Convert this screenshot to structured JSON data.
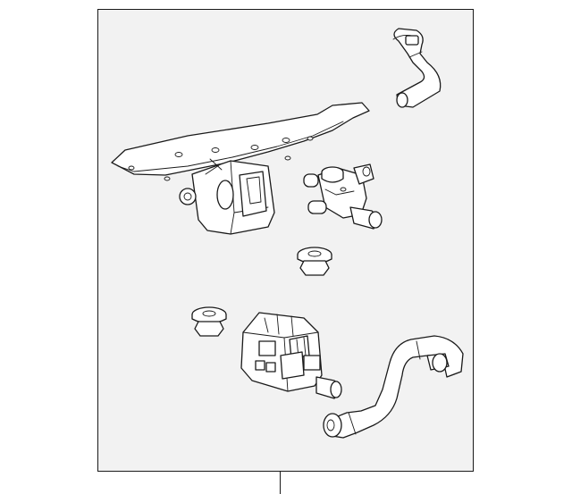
{
  "diagram": {
    "parts": [
      {
        "name": "mounting-bracket"
      },
      {
        "name": "purge-valve-upper"
      },
      {
        "name": "vent-hose-upper"
      },
      {
        "name": "nut-upper"
      },
      {
        "name": "nut-lower"
      },
      {
        "name": "canister-vent-solenoid"
      },
      {
        "name": "vent-hose-lower"
      }
    ],
    "colors": {
      "panel": "#f2f2f2",
      "stroke": "#1a1a1a",
      "fill": "#ffffff"
    }
  }
}
